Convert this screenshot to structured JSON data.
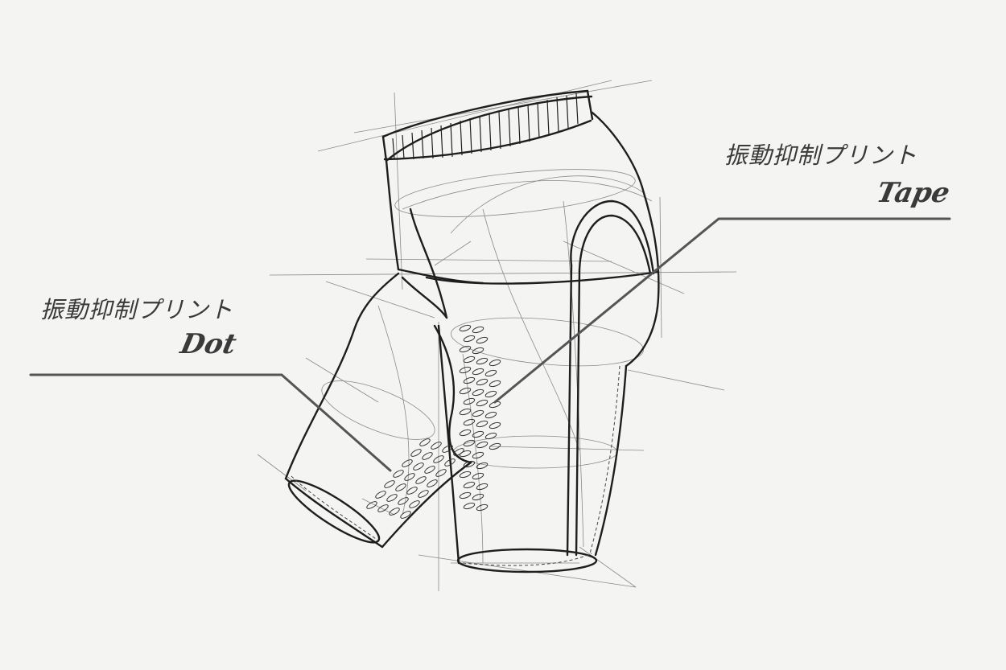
{
  "callouts": {
    "tape": {
      "title": "振動抑制プリント",
      "subtitle": "Tape"
    },
    "dot": {
      "title": "振動抑制プリント",
      "subtitle": "Dot"
    }
  },
  "colors": {
    "background": "#f4f4f3",
    "ink": "#1e1e1e",
    "construction": "#8a8a8a",
    "leader": "#555555"
  }
}
